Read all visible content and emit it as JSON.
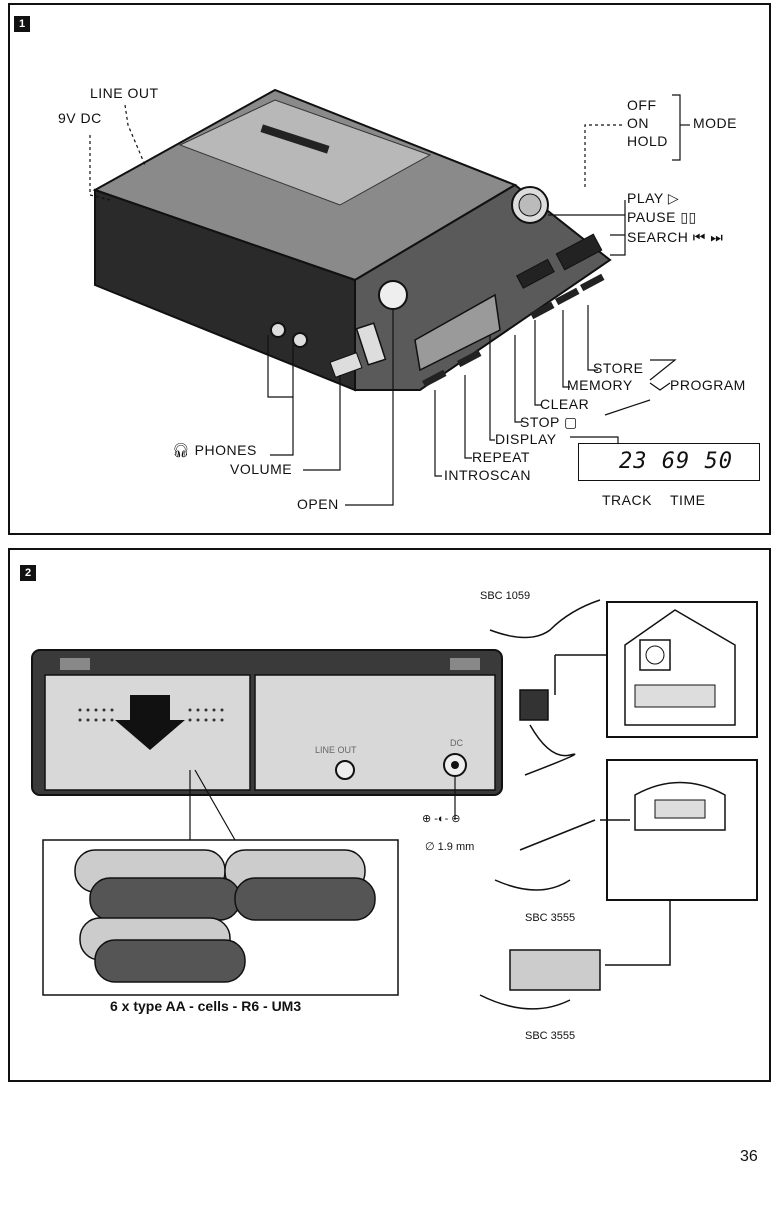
{
  "page_number": "36",
  "figure1": {
    "badge": "1",
    "labels": {
      "line_out": "LINE OUT",
      "dc_9v": "9V DC",
      "off": "OFF",
      "on": "ON",
      "hold": "HOLD",
      "mode": "MODE",
      "play": "PLAY ▷",
      "pause": "PAUSE ▯▯",
      "search": "SEARCH ⏮ ⏭",
      "store": "STORE",
      "memory": "MEMORY",
      "program": "PROGRAM",
      "clear": "CLEAR",
      "stop": "STOP ▢",
      "display": "DISPLAY",
      "repeat": "REPEAT",
      "introscan": "INTROSCAN",
      "phones": "PHONES",
      "volume": "VOLUME",
      "open": "OPEN",
      "track": "TRACK",
      "time": "TIME"
    },
    "lcd_readout": "23 69 50"
  },
  "figure2": {
    "badge": "2",
    "labels": {
      "sbc_1059": "SBC 1059",
      "sbc_3555_a": "SBC 3555",
      "sbc_3555_b": "SBC 3555",
      "line_out": "LINE OUT",
      "dc": "DC",
      "polarity": "⊕ -◐- ⊖",
      "jack_size": "∅ 1.9 mm",
      "cells_caption": "6 x type AA - cells - R6 - UM3"
    }
  }
}
